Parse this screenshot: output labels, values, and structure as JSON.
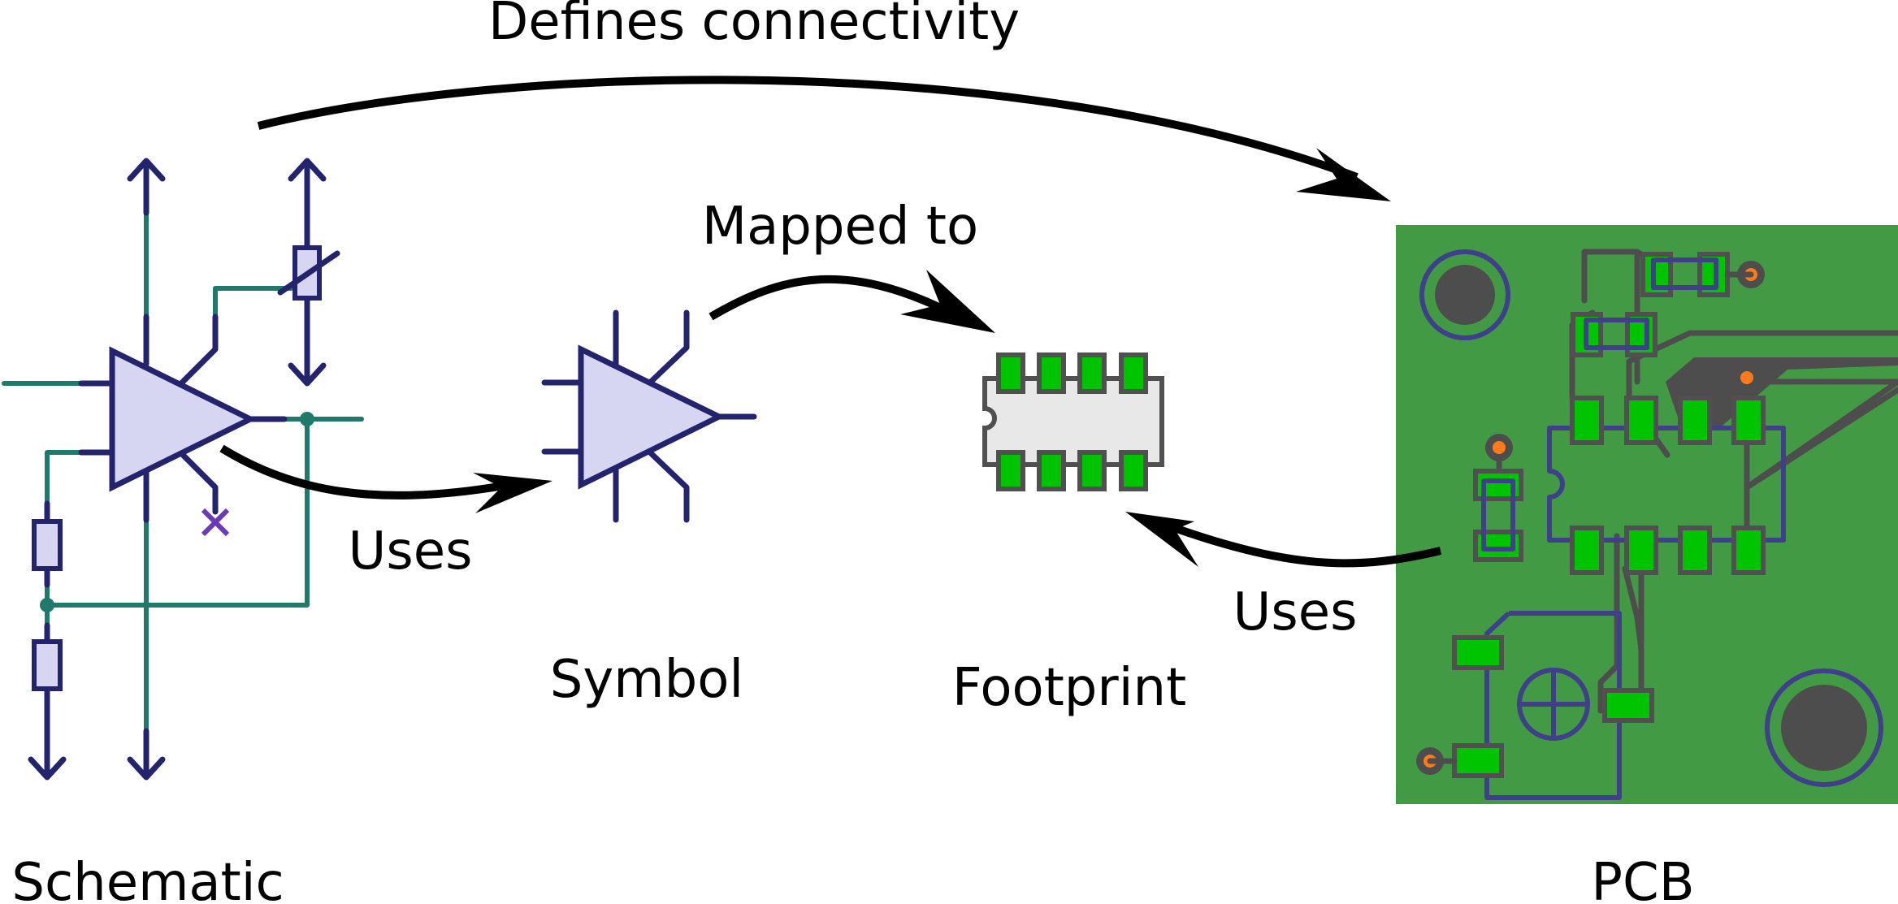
{
  "labels": {
    "defines_connectivity": "Defines connectivity",
    "mapped_to": "Mapped to",
    "uses_left": "Uses",
    "uses_right": "Uses",
    "schematic": "Schematic",
    "symbol": "Symbol",
    "footprint": "Footprint",
    "pcb": "PCB"
  },
  "colors": {
    "symbol_fill": "#d6d6f2",
    "symbol_outline": "#24246e",
    "wire": "#1f7a6a",
    "no_connect": "#6a3ab8",
    "pcb_board": "#439a44",
    "pad": "#00c400",
    "trace": "#4d4d4d",
    "silkscreen": "#3f3f8a",
    "via": "#ff7a1a",
    "footprint_body": "#e8e8e8"
  }
}
